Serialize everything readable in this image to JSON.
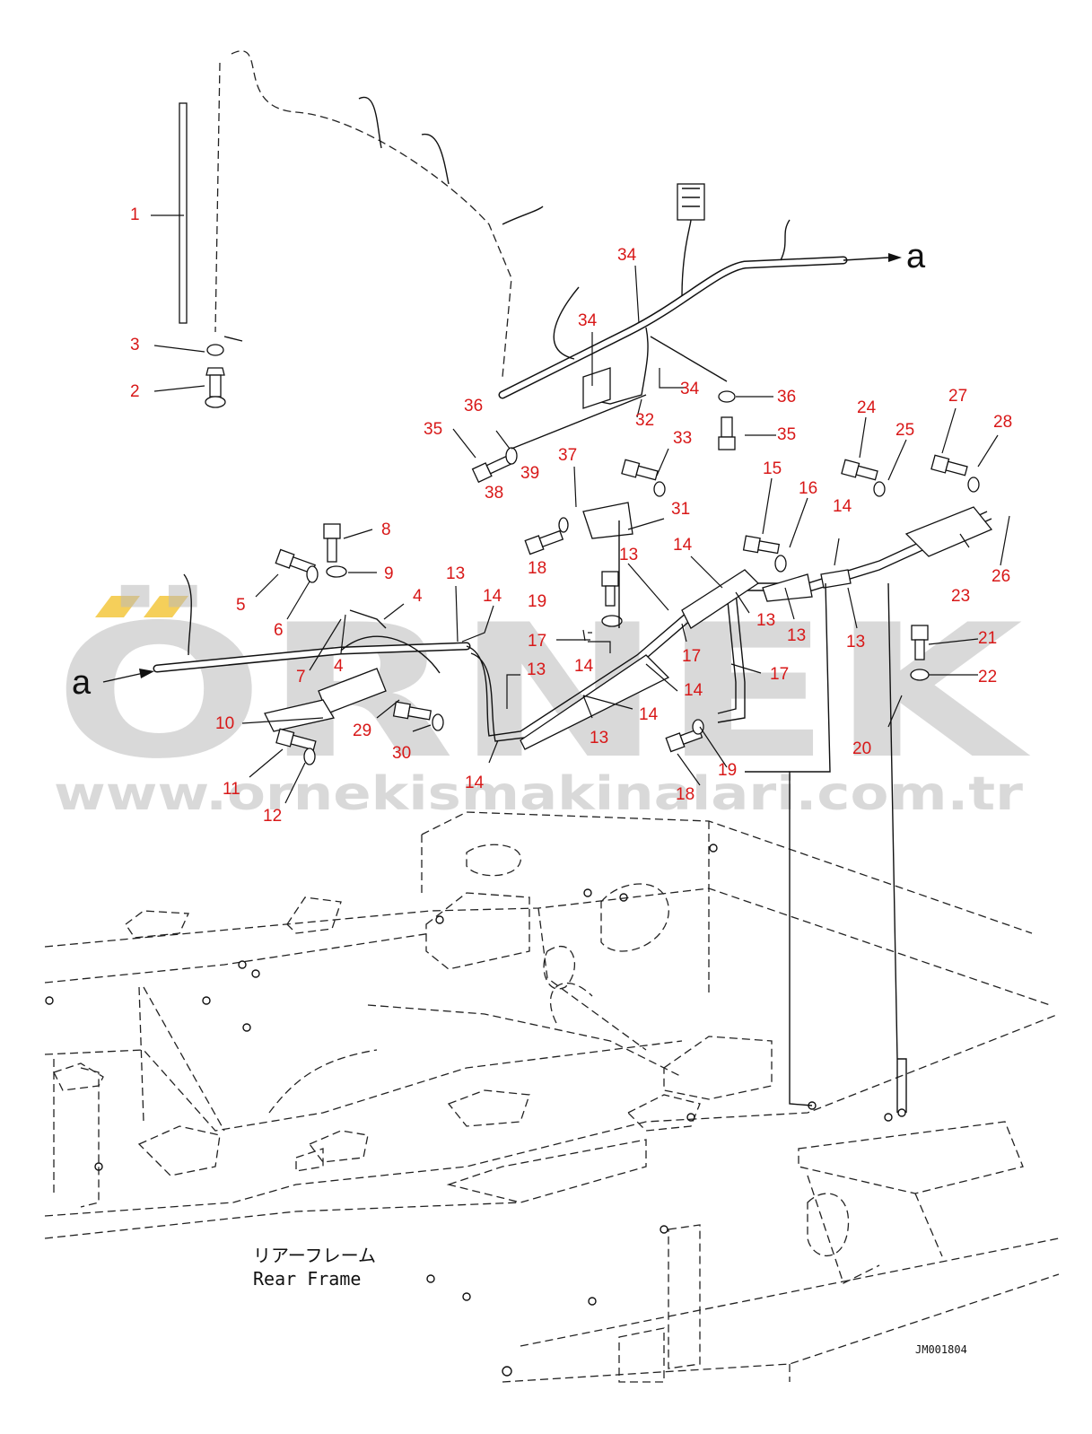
{
  "watermark": {
    "brand": "ÖRNEK",
    "url": "www.ornekismakinalari.com.tr",
    "accent_color": "#f5cf5a",
    "text_color": "#b9b9b9"
  },
  "callout_color": "#d81818",
  "frame_label_jp": "リアーフレーム",
  "frame_label_en": "Rear Frame",
  "drawing_code": "JM001804",
  "ref_arrows": [
    {
      "id": "a-top",
      "text": "a"
    },
    {
      "id": "a-left",
      "text": "a"
    }
  ],
  "callouts": [
    {
      "n": "1"
    },
    {
      "n": "2"
    },
    {
      "n": "3"
    },
    {
      "n": "4"
    },
    {
      "n": "4"
    },
    {
      "n": "5"
    },
    {
      "n": "6"
    },
    {
      "n": "7"
    },
    {
      "n": "8"
    },
    {
      "n": "9"
    },
    {
      "n": "10"
    },
    {
      "n": "11"
    },
    {
      "n": "12"
    },
    {
      "n": "13"
    },
    {
      "n": "13"
    },
    {
      "n": "13"
    },
    {
      "n": "13"
    },
    {
      "n": "13"
    },
    {
      "n": "13"
    },
    {
      "n": "13"
    },
    {
      "n": "14"
    },
    {
      "n": "14"
    },
    {
      "n": "14"
    },
    {
      "n": "14"
    },
    {
      "n": "14"
    },
    {
      "n": "14"
    },
    {
      "n": "14"
    },
    {
      "n": "15"
    },
    {
      "n": "16"
    },
    {
      "n": "17"
    },
    {
      "n": "17"
    },
    {
      "n": "17"
    },
    {
      "n": "18"
    },
    {
      "n": "18"
    },
    {
      "n": "19"
    },
    {
      "n": "19"
    },
    {
      "n": "20"
    },
    {
      "n": "21"
    },
    {
      "n": "22"
    },
    {
      "n": "23"
    },
    {
      "n": "24"
    },
    {
      "n": "25"
    },
    {
      "n": "26"
    },
    {
      "n": "27"
    },
    {
      "n": "28"
    },
    {
      "n": "29"
    },
    {
      "n": "30"
    },
    {
      "n": "31"
    },
    {
      "n": "32"
    },
    {
      "n": "33"
    },
    {
      "n": "34"
    },
    {
      "n": "34"
    },
    {
      "n": "34"
    },
    {
      "n": "35"
    },
    {
      "n": "35"
    },
    {
      "n": "36"
    },
    {
      "n": "36"
    },
    {
      "n": "37"
    },
    {
      "n": "38"
    },
    {
      "n": "39"
    }
  ]
}
